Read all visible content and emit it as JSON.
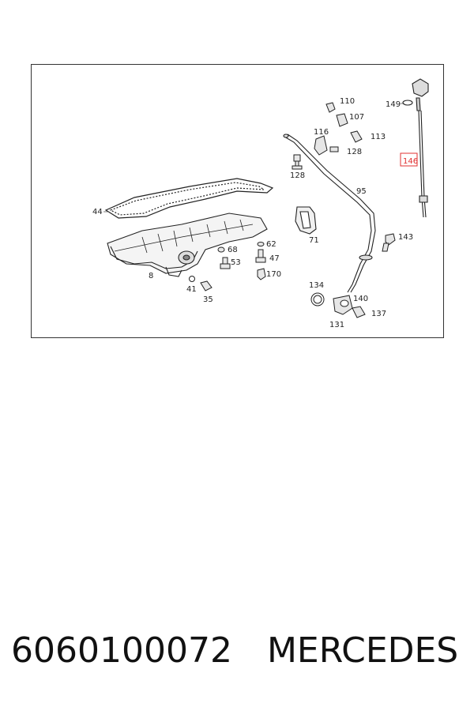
{
  "diagram": {
    "callouts": {
      "c149": "149",
      "c110": "110",
      "c107": "107",
      "c116": "116",
      "c113": "113",
      "c128a": "128",
      "c146": "146",
      "c128b": "128",
      "c95": "95",
      "c44": "44",
      "c71": "71",
      "c143": "143",
      "c62": "62",
      "c68": "68",
      "c47": "47",
      "c53": "53",
      "c170": "170",
      "c8": "8",
      "c41": "41",
      "c35": "35",
      "c134": "134",
      "c140": "140",
      "c137": "137",
      "c131": "131"
    },
    "highlight_color": "#e03030",
    "line_color": "#222222"
  },
  "caption": {
    "part_number": "6060100072",
    "brand": "MERCEDES"
  }
}
